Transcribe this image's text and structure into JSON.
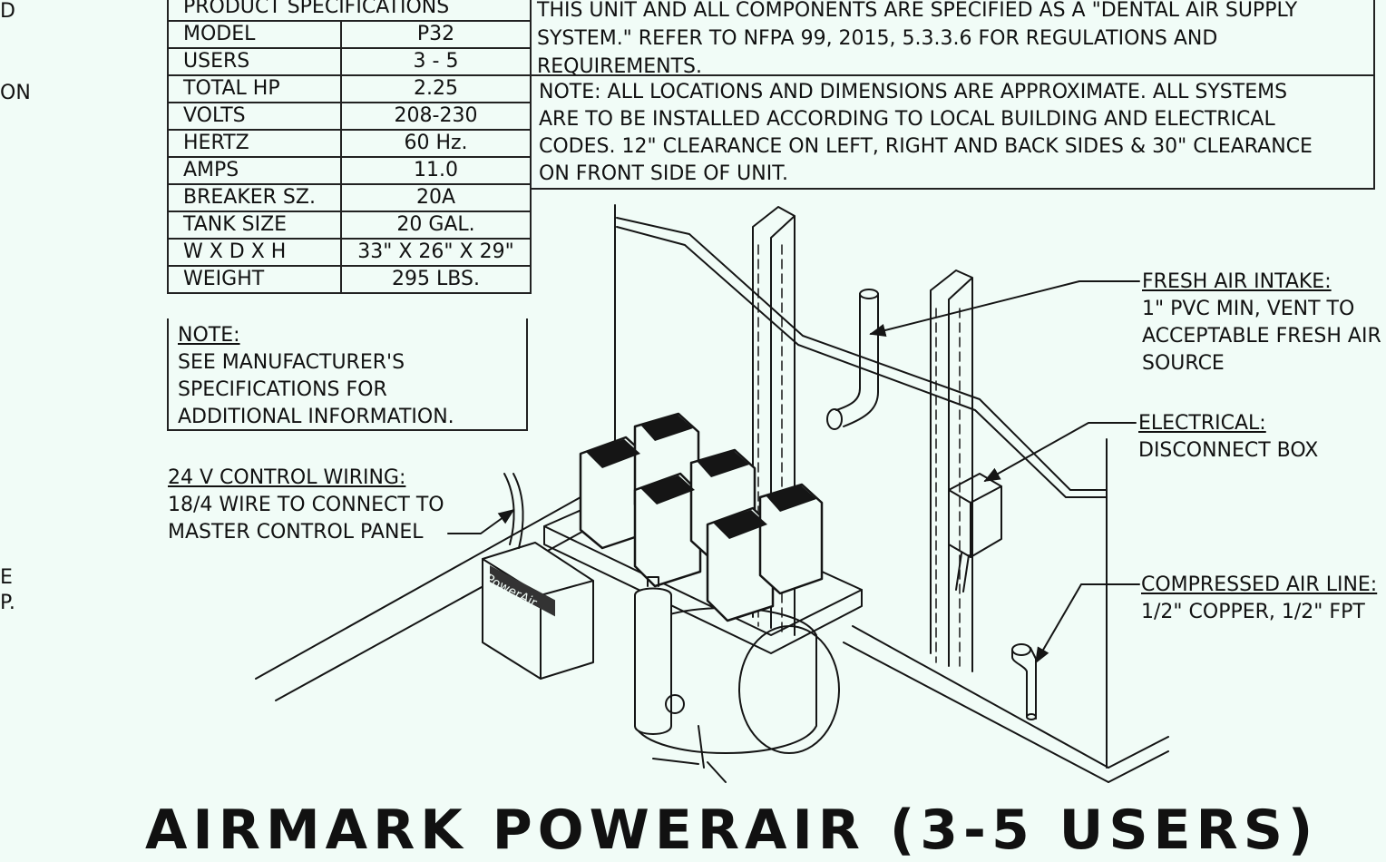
{
  "left_fragments": [
    "D",
    "ON",
    "E",
    "P."
  ],
  "spec_table": {
    "header": "PRODUCT SPECIFICATIONS",
    "rows": [
      {
        "label": "MODEL",
        "value": "P32"
      },
      {
        "label": "USERS",
        "value": "3 - 5"
      },
      {
        "label": "TOTAL HP",
        "value": "2.25"
      },
      {
        "label": "VOLTS",
        "value": "208-230"
      },
      {
        "label": "HERTZ",
        "value": "60 Hz."
      },
      {
        "label": "AMPS",
        "value": "11.0"
      },
      {
        "label": "BREAKER SZ.",
        "value": "20A"
      },
      {
        "label": "TANK SIZE",
        "value": "20 GAL."
      },
      {
        "label": "W X D X H",
        "value": "33\" X 26\" X 29\""
      },
      {
        "label": "WEIGHT",
        "value": "295 LBS."
      }
    ],
    "note_title": "NOTE:",
    "note_lines": [
      "SEE MANUFACTURER'S",
      "SPECIFICATIONS FOR",
      "ADDITIONAL INFORMATION."
    ]
  },
  "notes": {
    "dental_lines": [
      "THIS UNIT AND ALL COMPONENTS ARE SPECIFIED AS A \"DENTAL AIR SUPPLY",
      "SYSTEM.\"  REFER TO NFPA 99, 2015, 5.3.3.6 FOR REGULATIONS AND",
      "REQUIREMENTS."
    ],
    "location_lines": [
      "NOTE: ALL LOCATIONS AND DIMENSIONS ARE APPROXIMATE.  ALL SYSTEMS",
      "ARE TO BE INSTALLED ACCORDING TO LOCAL BUILDING AND ELECTRICAL",
      "CODES. 12\" CLEARANCE ON LEFT, RIGHT AND BACK SIDES & 30\" CLEARANCE",
      "ON FRONT SIDE OF UNIT."
    ]
  },
  "callouts": {
    "control_wiring": {
      "title": "24 V CONTROL WIRING:",
      "lines": [
        "18/4 WIRE TO CONNECT TO",
        "MASTER CONTROL PANEL"
      ]
    },
    "fresh_air": {
      "title": "FRESH AIR INTAKE:",
      "lines": [
        "1\" PVC MIN,  VENT TO",
        "ACCEPTABLE FRESH AIR",
        "SOURCE"
      ]
    },
    "electrical": {
      "title": "ELECTRICAL:",
      "lines": [
        "DISCONNECT BOX"
      ]
    },
    "compressed_air": {
      "title": "COMPRESSED AIR LINE:",
      "lines": [
        "1/2\" COPPER, 1/2\" FPT"
      ]
    }
  },
  "unit_brand_plate": "PowerAir",
  "bottom_title": "AIRMARK POWERAIR (3-5 USERS)"
}
